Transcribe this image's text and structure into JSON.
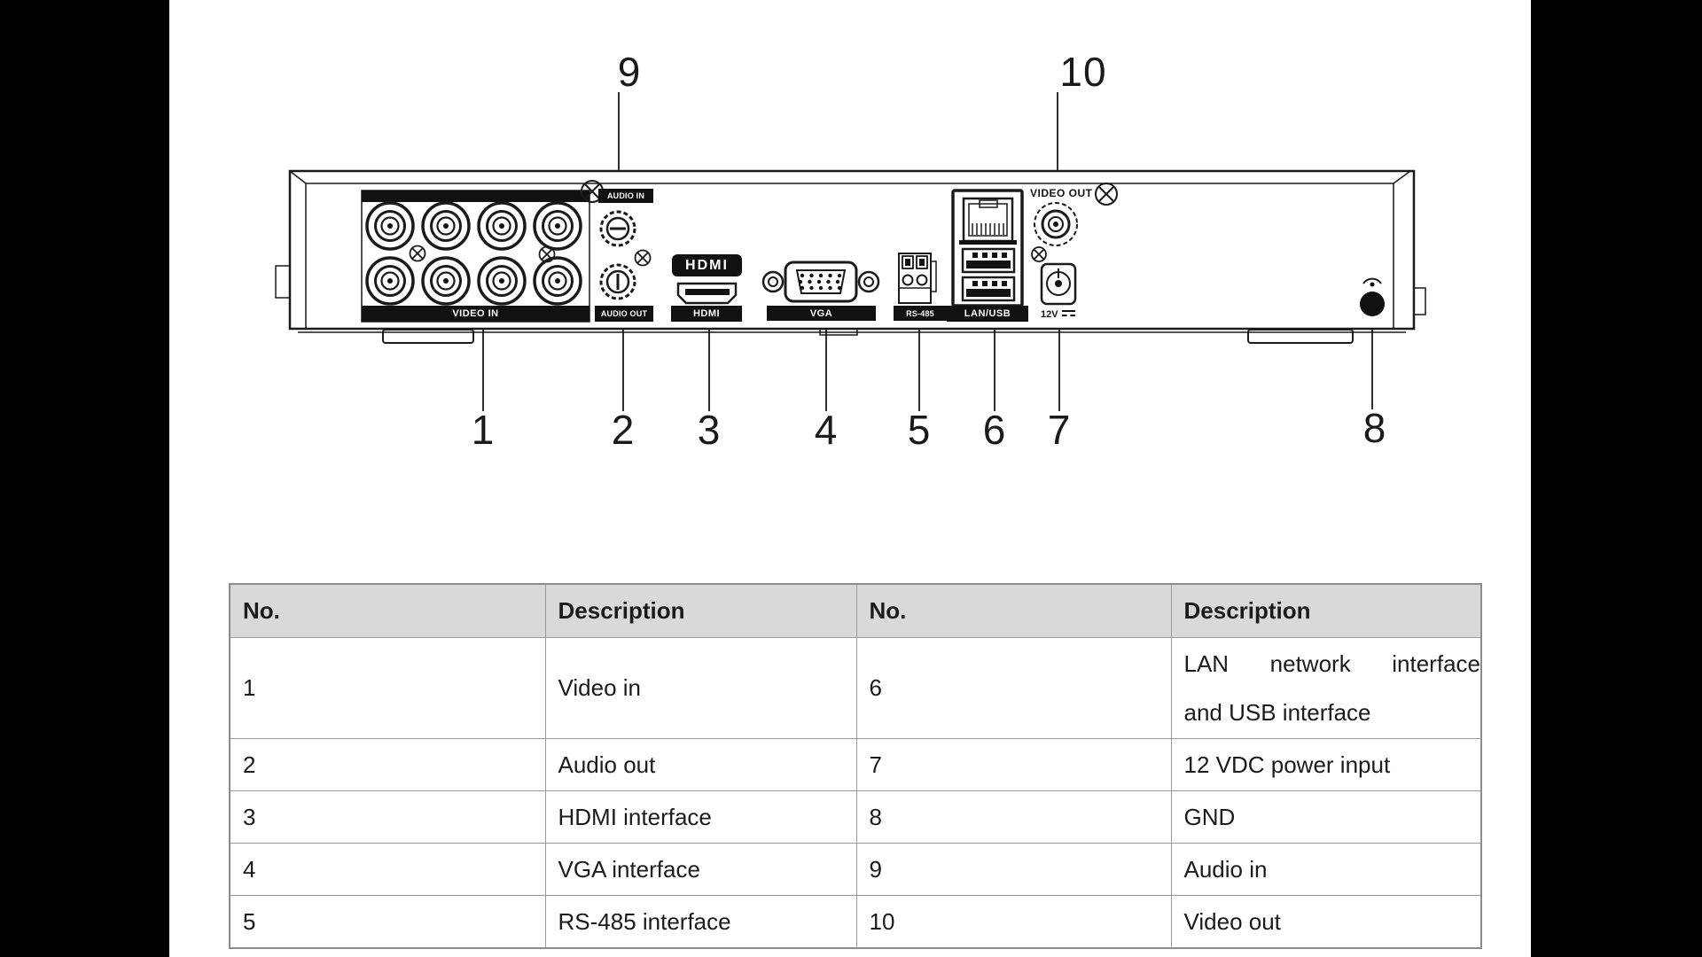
{
  "device_diagram": {
    "callout_labels": [
      "1",
      "2",
      "3",
      "4",
      "5",
      "6",
      "7",
      "8",
      "9",
      "10"
    ],
    "ports": {
      "video_in": "VIDEO IN",
      "audio_in": "AUDIO IN",
      "audio_out": "AUDIO OUT",
      "hdmi_logo": "HDMI",
      "hdmi": "HDMI",
      "vga": "VGA",
      "rs485": "RS-485",
      "lan_usb": "LAN/USB",
      "video_out": "VIDEO OUT",
      "power": "12V"
    }
  },
  "table": {
    "headers": [
      "No.",
      "Description",
      "No.",
      "Description"
    ],
    "rows": [
      {
        "no1": "1",
        "desc1": "Video in",
        "no2": "6",
        "desc2_l1": "LAN network interface",
        "desc2_l2": "and USB interface"
      },
      {
        "no1": "2",
        "desc1": "Audio out",
        "no2": "7",
        "desc2": "12 VDC power input"
      },
      {
        "no1": "3",
        "desc1": "HDMI interface",
        "no2": "8",
        "desc2": "GND"
      },
      {
        "no1": "4",
        "desc1": "VGA interface",
        "no2": "9",
        "desc2": "Audio in"
      },
      {
        "no1": "5",
        "desc1": "RS-485 interface",
        "no2": "10",
        "desc2": "Video out"
      }
    ]
  },
  "colors": {
    "page_bg": "#000000",
    "content_bg": "#ffffff",
    "line": "#1a1a1a",
    "table_header_bg": "#d9d9d9",
    "table_border": "#9a9a9a",
    "text": "#1b1b1b"
  }
}
